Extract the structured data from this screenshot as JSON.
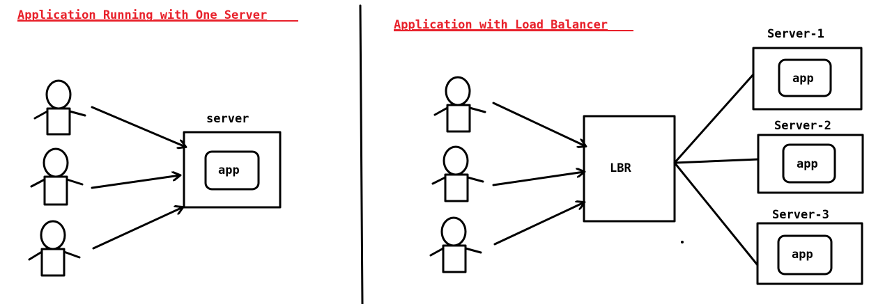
{
  "left_panel": {
    "title": "Application Running with One Server",
    "server_label": "server",
    "app_label": "app"
  },
  "right_panel": {
    "title": "Application with Load Balancer",
    "load_balancer_label": "LBR",
    "servers": [
      {
        "label": "Server-1",
        "app_label": "app"
      },
      {
        "label": "Server-2",
        "app_label": "app"
      },
      {
        "label": "Server-3",
        "app_label": "app"
      }
    ]
  },
  "colors": {
    "title": "#e8202a",
    "ink": "#000000",
    "background": "#ffffff"
  }
}
